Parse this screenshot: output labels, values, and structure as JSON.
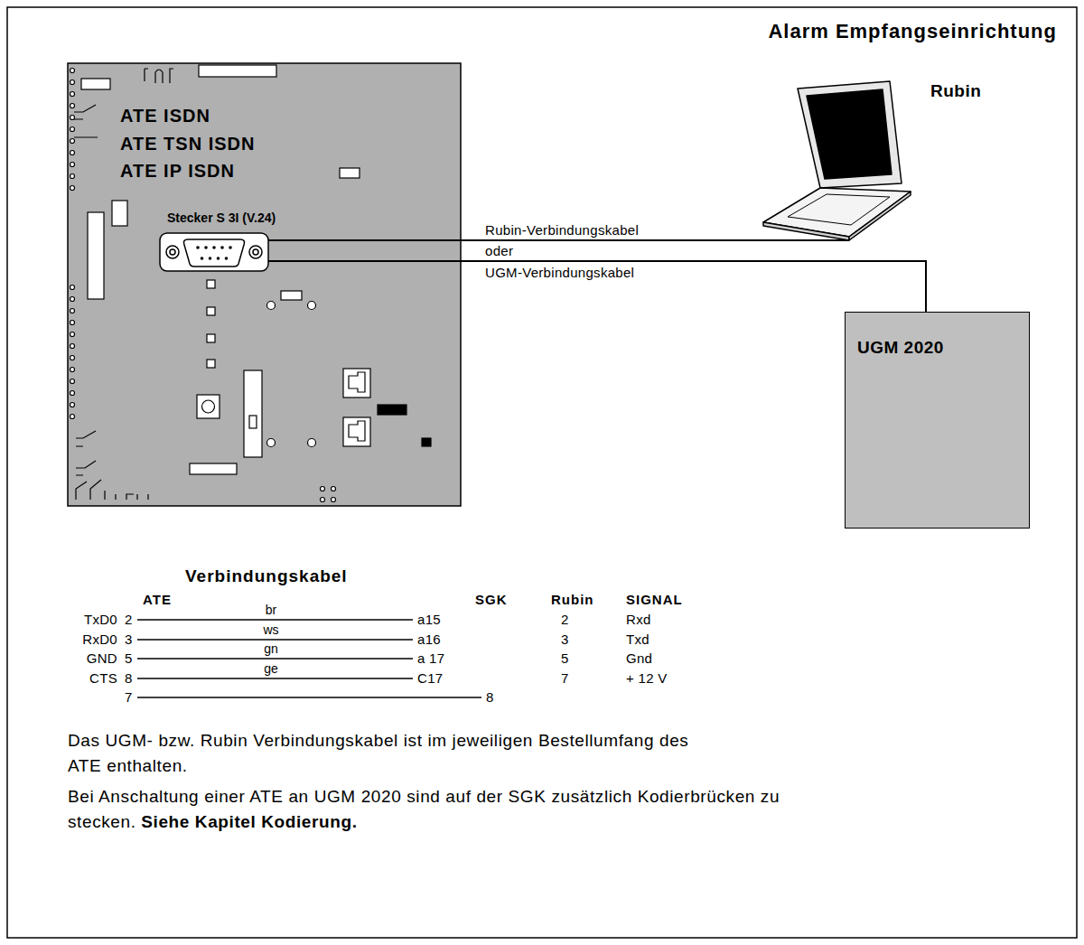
{
  "diagram": {
    "title": "Alarm Empfangseinrichtung",
    "nodes": [
      {
        "text": [
          "ATE ISDN",
          "ATE TSN ISDN",
          "ATE IP ISDN"
        ]
      },
      {
        "text": [
          "Stecker S 3I (V.24)"
        ],
        "in": 0
      },
      {
        "text": [
          "Rubin"
        ]
      },
      {
        "text": [
          "UGM 2020"
        ]
      }
    ],
    "edges": [
      {
        "from": 1,
        "to": 2,
        "arrow": "none",
        "label": "Rubin-Verbindungskabel"
      },
      {
        "from": 1,
        "to": 3,
        "arrow": "none",
        "label": "UGM-Verbindungskabel"
      }
    ],
    "labels": [
      "oder",
      "Verbindungskabel",
      "ATE",
      "SGK",
      "Rubin",
      "SIGNAL",
      "TxD0",
      "2",
      "br",
      "a15",
      "2",
      "Rxd",
      "RxD0",
      "3",
      "ws",
      "a16",
      "3",
      "Txd",
      "GND",
      "5",
      "gn",
      "a 17",
      "5",
      "Gnd",
      "CTS",
      "8",
      "ge",
      "C17",
      "7",
      "+ 12 V",
      "7",
      "8",
      "Das UGM- bzw. Rubin Verbindungskabel ist im jeweiligen Bestellumfang des ATE enthalten.",
      "Bei Anschaltung einer ATE an UGM 2020 sind auf der SGK zusätzlich Kodierbrücken zu stecken.",
      "Siehe Kapitel Kodierung."
    ]
  }
}
